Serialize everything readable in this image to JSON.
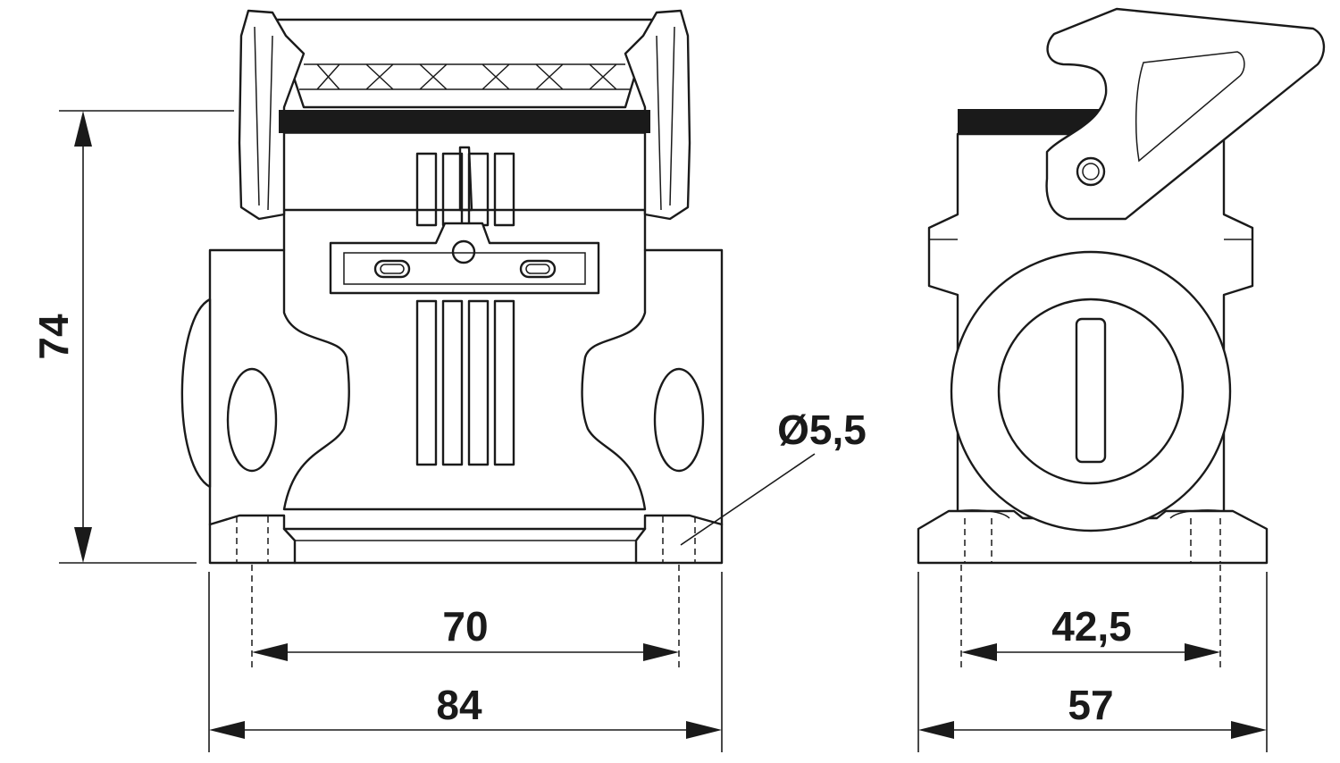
{
  "dimensions": {
    "height": "74",
    "hole_spacing_front": "70",
    "overall_width_front": "84",
    "hole_diameter": "Ø5,5",
    "hole_spacing_side": "42,5",
    "overall_width_side": "57"
  }
}
